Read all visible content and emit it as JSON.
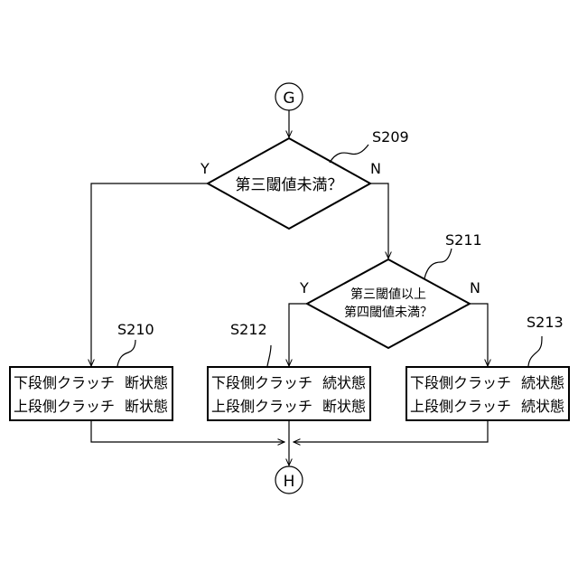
{
  "connectors": {
    "start": "G",
    "end": "H"
  },
  "decisions": {
    "d1": {
      "step": "S209",
      "line1": "第三閾値未満？",
      "yes": "Y",
      "no": "N"
    },
    "d2": {
      "step": "S211",
      "line1": "第三閾値以上",
      "line2": "第四閾値未満？",
      "yes": "Y",
      "no": "N"
    }
  },
  "processes": {
    "p210": {
      "step": "S210",
      "row1_label": "下段側クラッチ",
      "row1_state": "断状態",
      "row2_label": "上段側クラッチ",
      "row2_state": "断状態"
    },
    "p212": {
      "step": "S212",
      "row1_label": "下段側クラッチ",
      "row1_state": "続状態",
      "row2_label": "上段側クラッチ",
      "row2_state": "断状態"
    },
    "p213": {
      "step": "S213",
      "row1_label": "下段側クラッチ",
      "row1_state": "続状態",
      "row2_label": "上段側クラッチ",
      "row2_state": "続状態"
    }
  }
}
